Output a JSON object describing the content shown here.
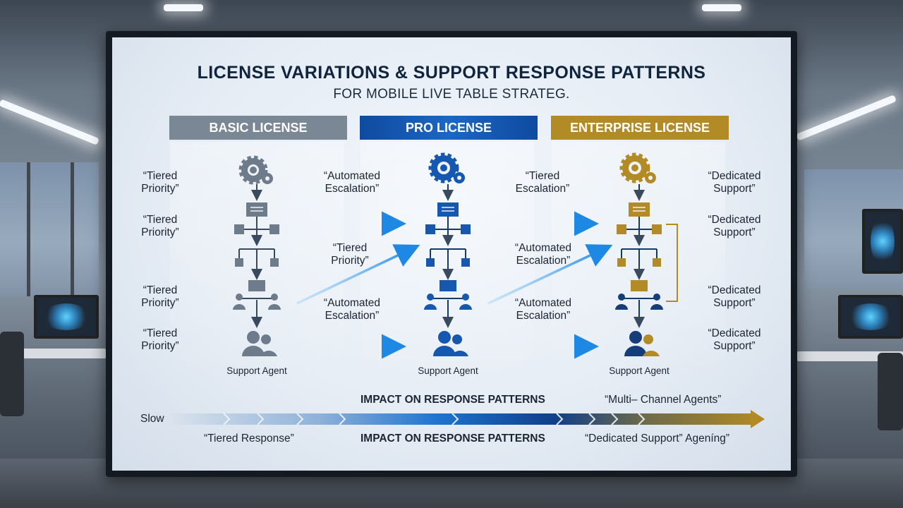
{
  "screen": {
    "title": "LICENSE VARIATIONS & SUPPORT RESPONSE PATTERNS",
    "subtitle": "FOR MOBILE LIVE TABLE STRATEG."
  },
  "licenses": [
    {
      "label": "BASIC LICENSE",
      "color": "#7a8795",
      "agent_label": "Support Agent"
    },
    {
      "label": "PRO LICENSE",
      "color": "#1657b0",
      "agent_label": "Support Agent"
    },
    {
      "label": "ENTERPRISE LICENSE",
      "color": "#b38b26",
      "agent_label": "Support Agent"
    }
  ],
  "annotations": {
    "basic_left": [
      "“Tiered\nPriority”",
      "“Tiered\nPriority”",
      "“Tiered\nPriority”",
      "“Tiered\nPriority”"
    ],
    "between_basic_pro": [
      "“Automated\nEscalation”",
      "“Tiered\nPriority”",
      "“Automated\nEscalation”"
    ],
    "between_pro_enterprise": [
      "“Tiered\nEscalation”",
      "“Automated\nEscalation”",
      "“Automated\nEscalation”"
    ],
    "enterprise_right": [
      "“Dedicated\nSupport”",
      "“Dedicated\nSupport”",
      "“Dedicated\nSupport”",
      "“Dedicated\nSupport”"
    ]
  },
  "progress_bar": {
    "start_label": "Slow",
    "top_center": "IMPACT ON RESPONSE PATTERNS",
    "top_right": "“Multi– Channel Agents”",
    "bottom_left": "“Tiered Response”",
    "bottom_center": "IMPACT ON RESPONSE PATTERNS",
    "bottom_right": "“Dedicated Support” Ageníng”"
  },
  "colors": {
    "basic": "#7a8795",
    "pro": "#1657b0",
    "enterprise": "#b38b26",
    "arrow": "#1e88e5"
  },
  "icons": [
    "gear-icon",
    "document-icon",
    "node-icon",
    "user-pair-icon",
    "support-agent-icon"
  ]
}
